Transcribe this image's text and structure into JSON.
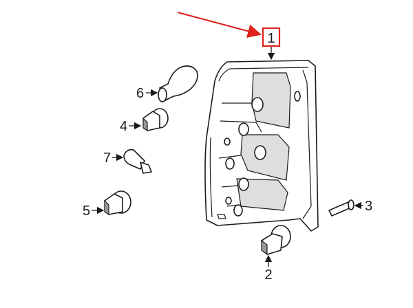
{
  "colors": {
    "callout": "#e0201b",
    "ink": "#1a1a1a",
    "shade": "#dedede"
  },
  "callouts": {
    "c1": "1",
    "c2": "2",
    "c3": "3",
    "c4": "4",
    "c5": "5",
    "c6": "6",
    "c7": "7"
  }
}
